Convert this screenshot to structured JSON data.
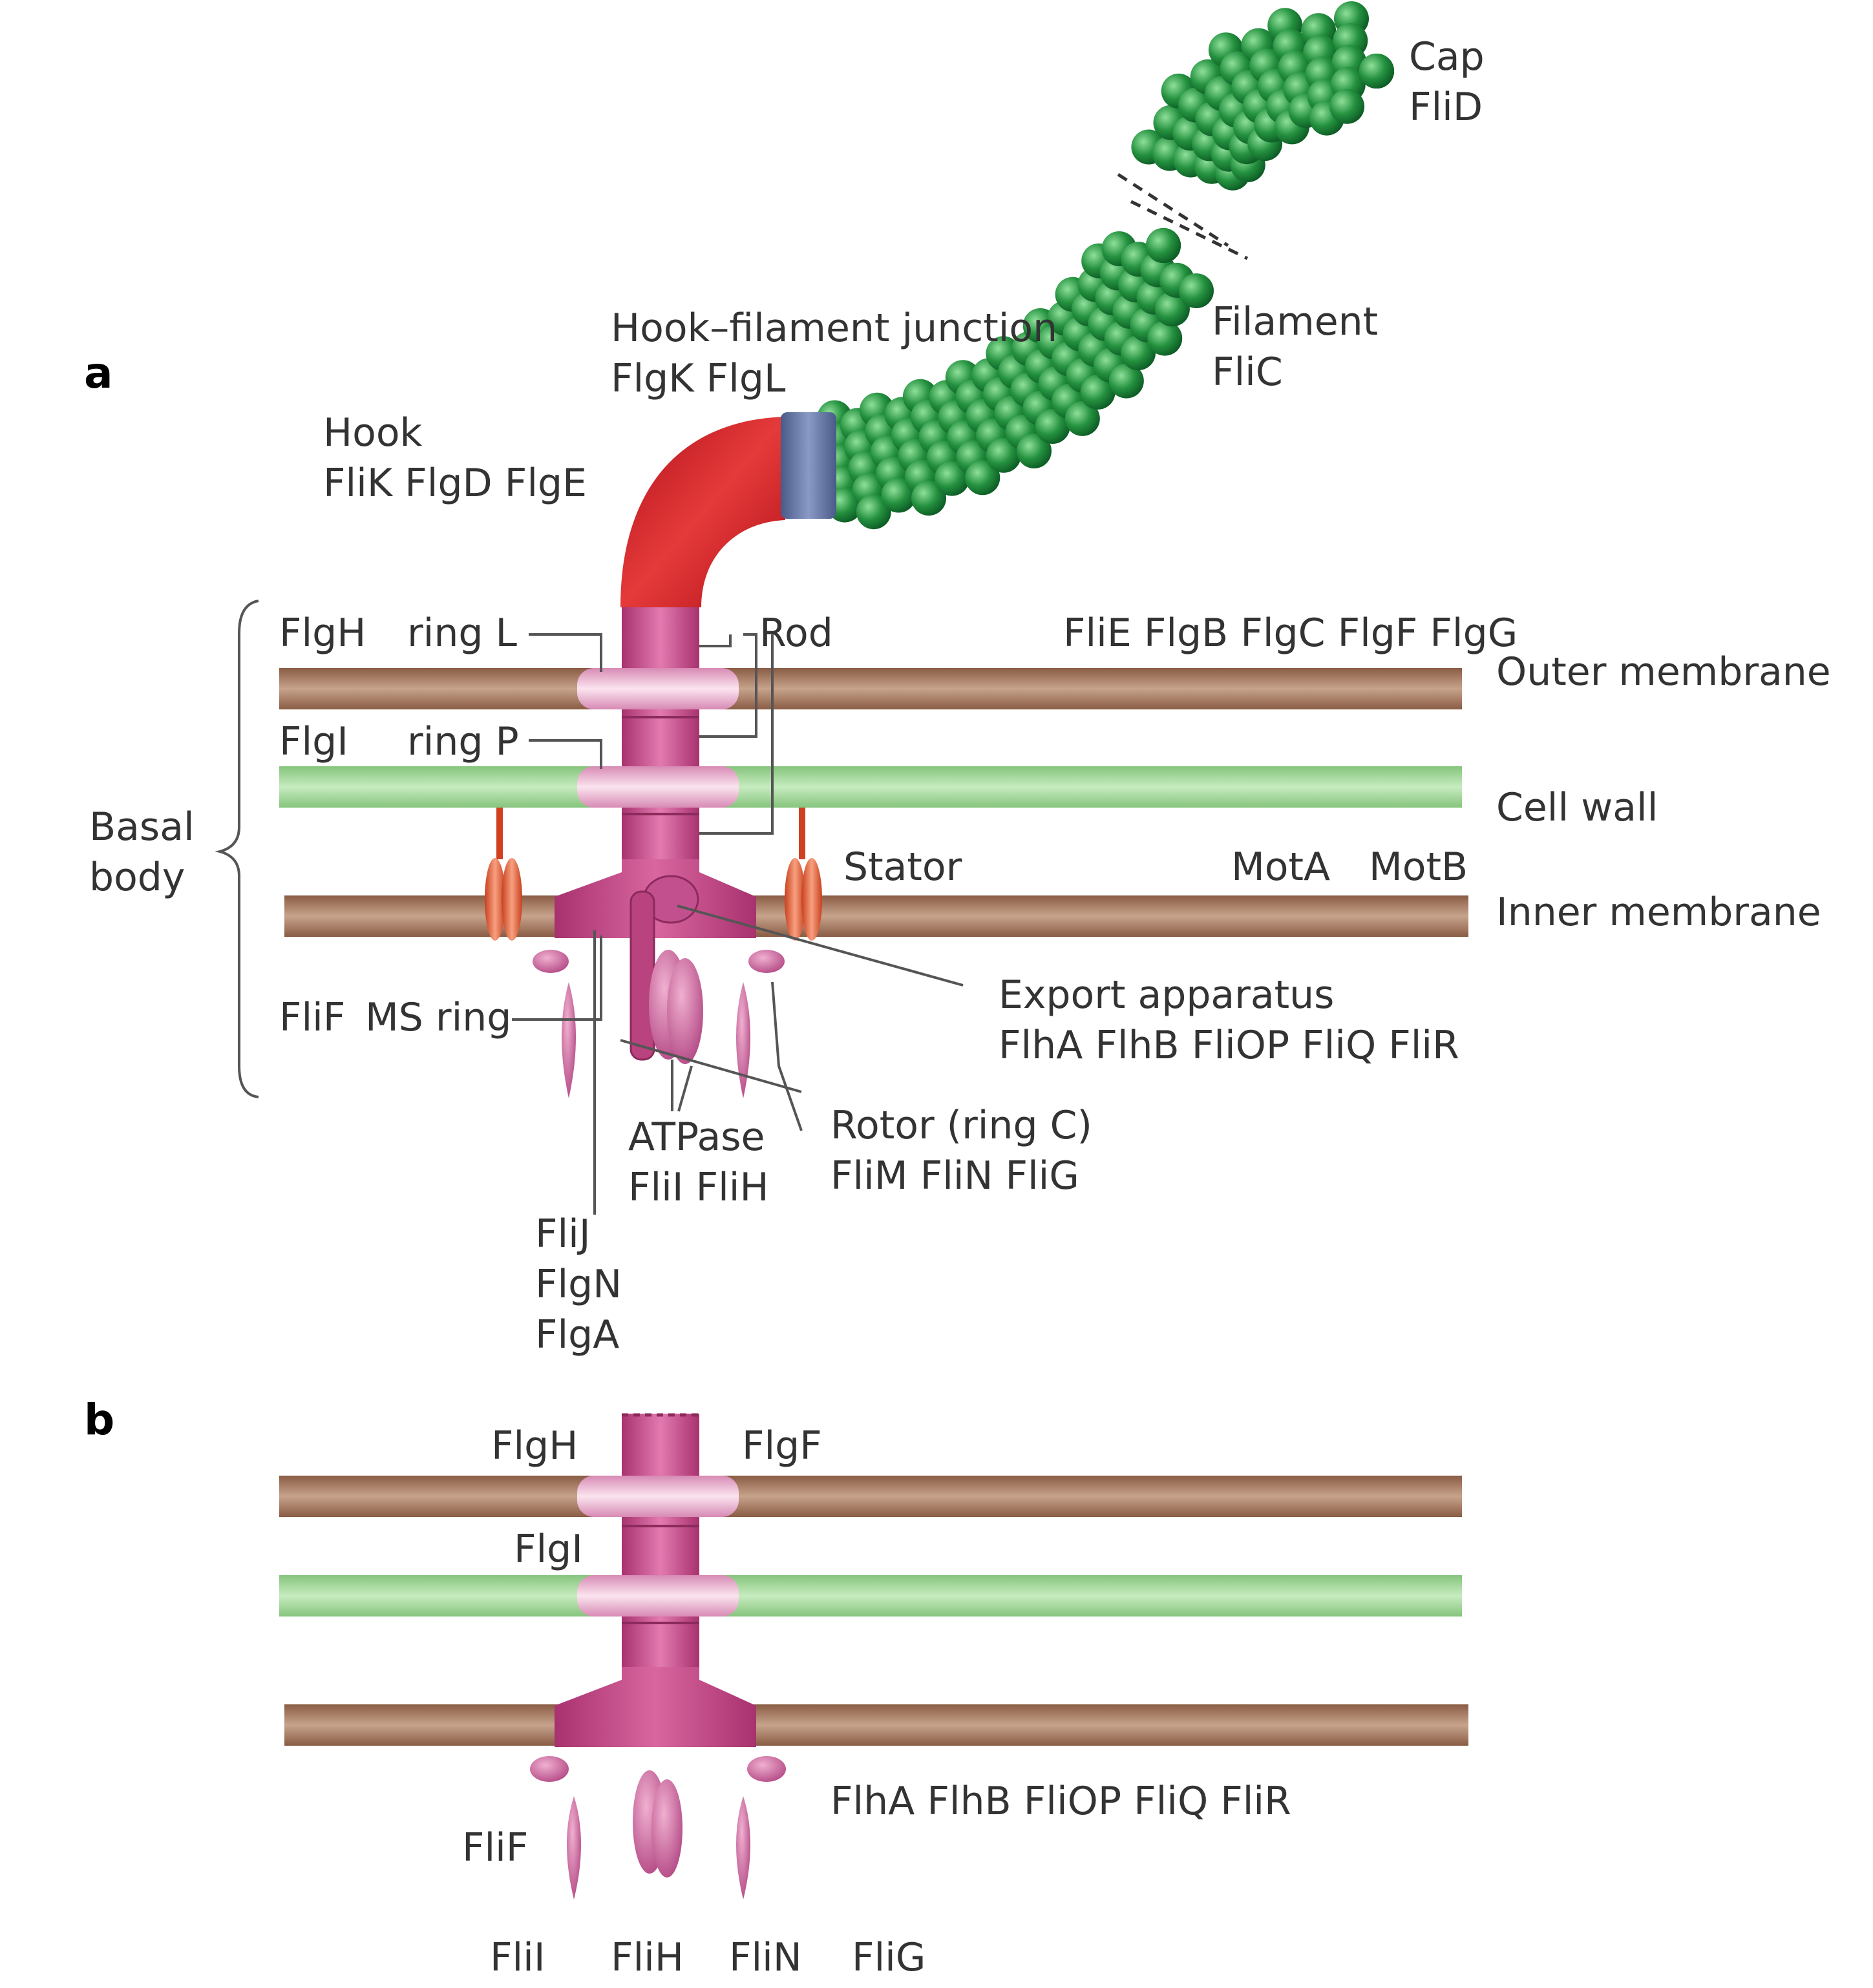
{
  "panels": {
    "a": "a",
    "b": "b"
  },
  "labels_a": {
    "cap": "Cap",
    "flid": "FliD",
    "hook_filament_junction": "Hook–filament junction",
    "flgk_flgl": "FlgK FlgL",
    "filament": "Filament",
    "flic": "FliC",
    "hook": "Hook",
    "flik_flgd_flge": "FliK FlgD FlgE",
    "flgh": "FlgH",
    "ring_l": "ring L",
    "rod": "Rod",
    "rod_proteins": "FliE FlgB FlgC FlgF FlgG",
    "outer_membrane": "Outer membrane",
    "flgi": "FlgI",
    "ring_p": "ring P",
    "cell_wall": "Cell wall",
    "basal": "Basal",
    "body": "body",
    "stator": "Stator",
    "mota": "MotA",
    "motb": "MotB",
    "inner_membrane": "Inner membrane",
    "flif": "FliF",
    "ms_ring": "MS ring",
    "export_apparatus": "Export apparatus",
    "export_proteins": "FlhA FlhB FliOP FliQ FliR",
    "rotor": "Rotor (ring C)",
    "rotor_proteins": "FliM FliN FliG",
    "atpase": "ATPase",
    "fli_i_fli_h": "FliI FliH",
    "flij": "FliJ",
    "flgn": "FlgN",
    "flga": "FlgA"
  },
  "labels_b": {
    "flgh": "FlgH",
    "flgf": "FlgF",
    "flgi": "FlgI",
    "export_proteins": "FlhA FlhB FliOP FliQ FliR",
    "flif": "FliF",
    "flii": "FliI",
    "flih": "FliH",
    "flin": "FliN",
    "flig": "FliG"
  },
  "colors": {
    "membrane": "#a57a62",
    "cell_wall": "#a4d89b",
    "basal_body": "#c2508e",
    "hook": "#d0181e",
    "junction": "#5a6a98",
    "filament": "#1e8a3a",
    "stator": "#e0603e"
  }
}
